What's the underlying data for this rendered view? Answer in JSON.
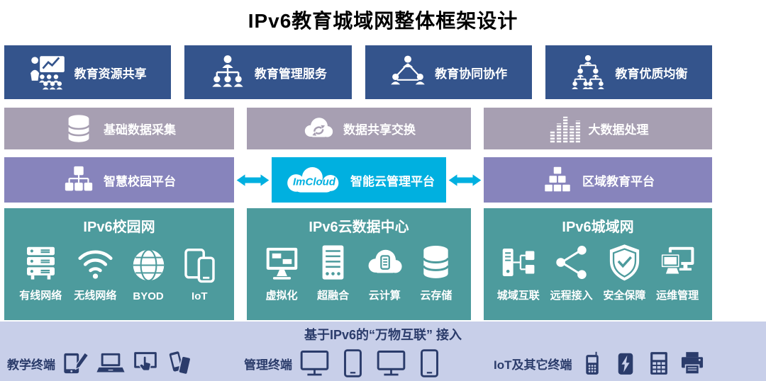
{
  "title": "IPv6教育城域网整体框架设计",
  "rows": {
    "app": {
      "items": [
        {
          "label": "教育资源共享",
          "icon": "presentation-audience-icon"
        },
        {
          "label": "教育管理服务",
          "icon": "org-chart-icon"
        },
        {
          "label": "教育协同协作",
          "icon": "collaboration-icon"
        },
        {
          "label": "教育优质均衡",
          "icon": "balanced-tree-icon"
        }
      ]
    },
    "data": {
      "items": [
        {
          "label": "基础数据采集",
          "icon": "database-icon"
        },
        {
          "label": "数据共享交换",
          "icon": "cloud-sync-icon"
        },
        {
          "label": "大数据处理",
          "icon": "equalizer-icon"
        }
      ]
    },
    "platform": {
      "left": {
        "label": "智慧校园平台",
        "icon": "network-tree-icon"
      },
      "center": {
        "brand": "ImCloud",
        "label": "智能云管理平台",
        "icon": "cloud-icon"
      },
      "right": {
        "label": "区域教育平台",
        "icon": "pyramid-blocks-icon"
      },
      "arrows": [
        "double-arrow-icon",
        "double-arrow-icon"
      ]
    },
    "network": {
      "groups": [
        {
          "title": "IPv6校园网",
          "items": [
            {
              "label": "有线网络",
              "icon": "server-stack-icon"
            },
            {
              "label": "无线网络",
              "icon": "wifi-icon"
            },
            {
              "label": "BYOD",
              "icon": "globe-icon"
            },
            {
              "label": "IoT",
              "icon": "devices-icon"
            }
          ]
        },
        {
          "title": "IPv6云数据中心",
          "items": [
            {
              "label": "虚拟化",
              "icon": "monitor-windows-icon"
            },
            {
              "label": "超融合",
              "icon": "server-rack-icon"
            },
            {
              "label": "云计算",
              "icon": "cloud-compute-icon"
            },
            {
              "label": "云存储",
              "icon": "storage-cylinder-icon"
            }
          ]
        },
        {
          "title": "IPv6城域网",
          "items": [
            {
              "label": "城域互联",
              "icon": "interconnect-icon"
            },
            {
              "label": "远程接入",
              "icon": "share-nodes-icon"
            },
            {
              "label": "安全保障",
              "icon": "shield-check-icon"
            },
            {
              "label": "运维管理",
              "icon": "dual-monitor-icon"
            }
          ]
        }
      ]
    }
  },
  "band": {
    "title": "基于IPv6的“万物互联” 接入",
    "groups": [
      {
        "label": "教学终端",
        "icons": [
          "tablet-pen-icon",
          "laptop-icon",
          "touch-screen-icon",
          "tilted-phones-icon"
        ]
      },
      {
        "label": "管理终端",
        "icons": [
          "monitor-outline-icon",
          "tablet-outline-icon",
          "monitor-outline-icon",
          "tablet-outline-icon"
        ]
      },
      {
        "label": "IoT及其它终端",
        "icons": [
          "pos-terminal-icon",
          "charging-device-icon",
          "card-machine-icon",
          "printer-icon"
        ]
      }
    ]
  },
  "colors": {
    "app_row_bg": "#34548c",
    "data_row_bg": "#a79fb2",
    "platform_row_bg": "#8784bc",
    "cloud_accent": "#00b0e0",
    "network_row_bg": "#4d9b9d",
    "band_bg": "#c8cfe9",
    "band_text": "#2b3c6b",
    "icon_color": "#ffffff",
    "title_color": "#000000"
  }
}
